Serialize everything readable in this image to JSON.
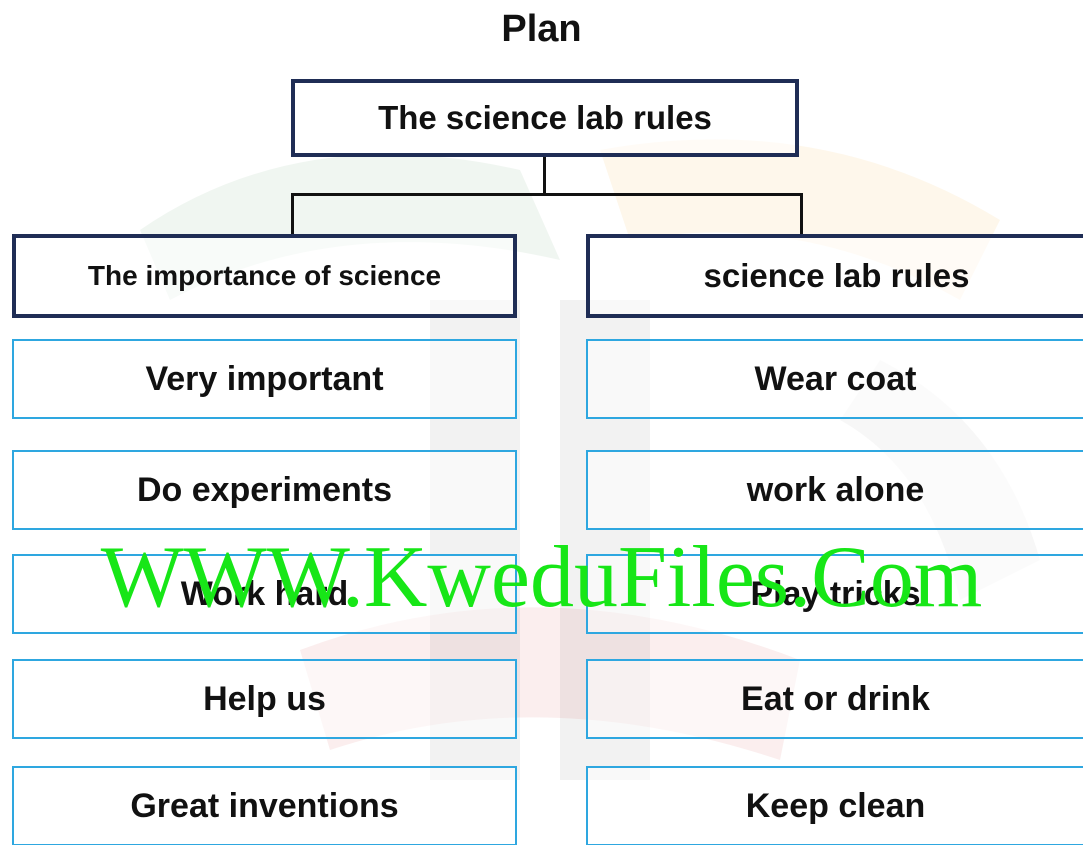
{
  "title": "Plan",
  "root": "The science lab rules",
  "branches": [
    {
      "heading": "The importance of science",
      "items": [
        "Very important",
        "Do experiments",
        "Work hard",
        "Help us",
        "Great inventions"
      ]
    },
    {
      "heading": "science lab rules",
      "items": [
        "Wear coat",
        "work alone",
        "Play tricks",
        "Eat or drink",
        "Keep clean"
      ]
    }
  ],
  "watermark": "WWW.KweduFiles.Com",
  "colors": {
    "heading_border": "#1f2d55",
    "item_border": "#2ea7e0",
    "watermark": "#17e617"
  }
}
